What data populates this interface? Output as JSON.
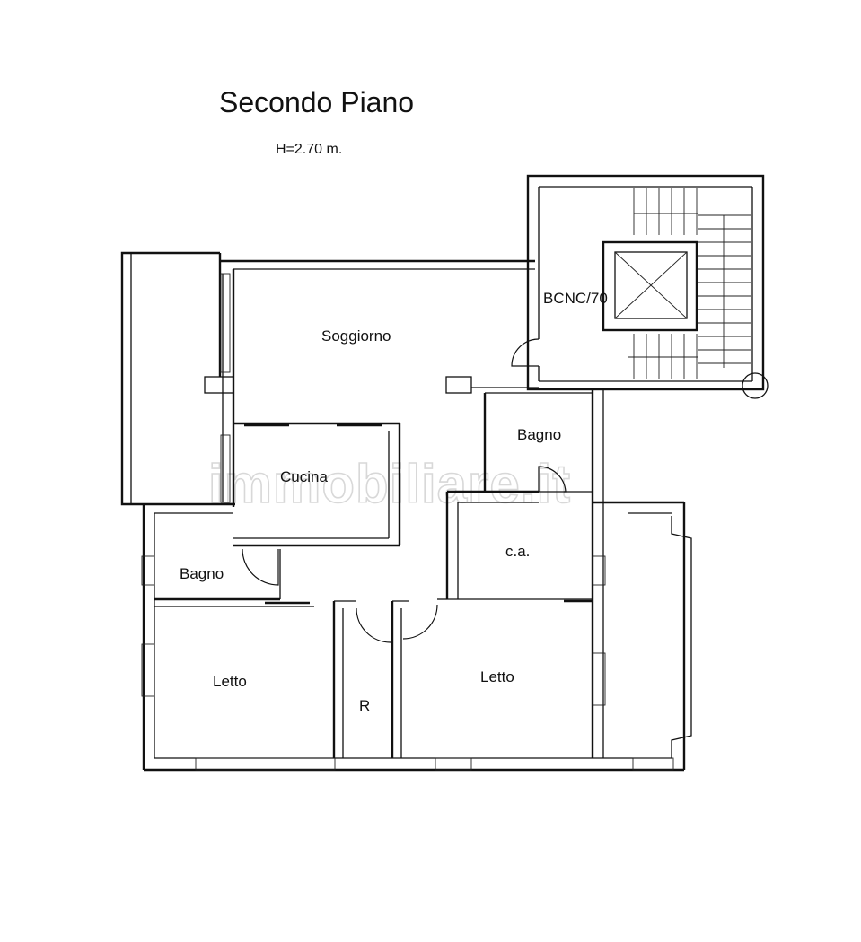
{
  "header": {
    "title": "Secondo Piano",
    "height_note": "H=2.70 m."
  },
  "rooms": {
    "living": "Soggiorno",
    "kitchen": "Cucina",
    "bath_north": "Bagno",
    "bath_west": "Bagno",
    "closet": "c.a.",
    "bedroom_west": "Letto",
    "bedroom_east": "Letto",
    "storage": "R",
    "stair_core": "BCNC/70"
  },
  "watermark": "immobiliare.it"
}
